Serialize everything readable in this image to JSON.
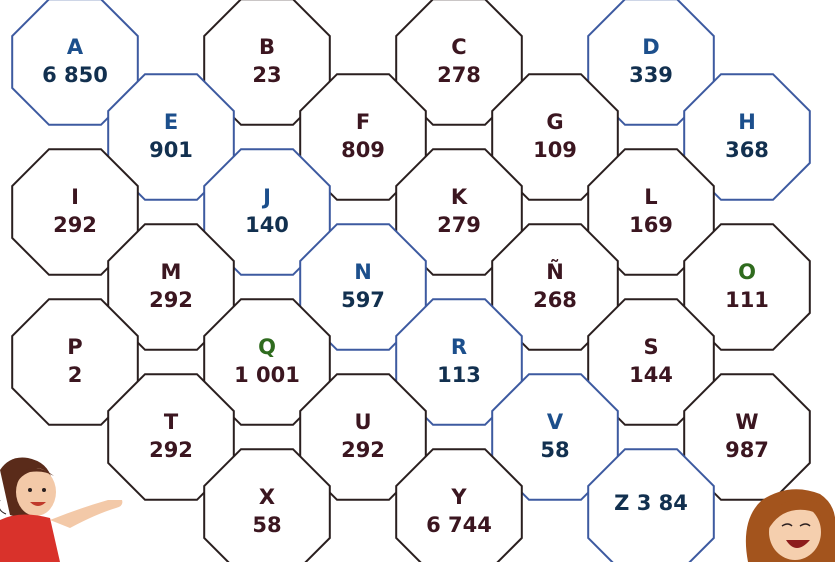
{
  "colors": {
    "dark_border": "#2a1f1f",
    "blue_border": "#3d5aa0",
    "dark_text": "#3b1620",
    "blue_text": "#12304f",
    "green_text": "#2f6b1e",
    "blue_label": "#1c4f8c"
  },
  "cells": [
    {
      "letter": "A",
      "value": "6 850",
      "style": "blue"
    },
    {
      "letter": "B",
      "value": "23",
      "style": "dark"
    },
    {
      "letter": "C",
      "value": "278",
      "style": "dark"
    },
    {
      "letter": "D",
      "value": "339",
      "style": "blue"
    },
    {
      "letter": "E",
      "value": "901",
      "style": "blue"
    },
    {
      "letter": "F",
      "value": "809",
      "style": "dark"
    },
    {
      "letter": "G",
      "value": "109",
      "style": "dark"
    },
    {
      "letter": "H",
      "value": "368",
      "style": "blue"
    },
    {
      "letter": "I",
      "value": "292",
      "style": "dark"
    },
    {
      "letter": "J",
      "value": "140",
      "style": "blue"
    },
    {
      "letter": "K",
      "value": "279",
      "style": "dark"
    },
    {
      "letter": "L",
      "value": "169",
      "style": "dark"
    },
    {
      "letter": "M",
      "value": "292",
      "style": "dark"
    },
    {
      "letter": "N",
      "value": "597",
      "style": "blue"
    },
    {
      "letter": "Ñ",
      "value": "268",
      "style": "dark"
    },
    {
      "letter": "O",
      "value": "111",
      "style": "green"
    },
    {
      "letter": "P",
      "value": "2",
      "style": "dark"
    },
    {
      "letter": "Q",
      "value": "1 001",
      "style": "green"
    },
    {
      "letter": "R",
      "value": "113",
      "style": "blue"
    },
    {
      "letter": "S",
      "value": "144",
      "style": "dark"
    },
    {
      "letter": "T",
      "value": "292",
      "style": "dark"
    },
    {
      "letter": "U",
      "value": "292",
      "style": "dark"
    },
    {
      "letter": "V",
      "value": "58",
      "style": "blue"
    },
    {
      "letter": "W",
      "value": "987",
      "style": "dark"
    },
    {
      "letter": "X",
      "value": "58",
      "style": "dark"
    },
    {
      "letter": "Y",
      "value": "6 744",
      "style": "dark"
    },
    {
      "letter": "Z",
      "value": "3 84",
      "style": "blue"
    }
  ]
}
